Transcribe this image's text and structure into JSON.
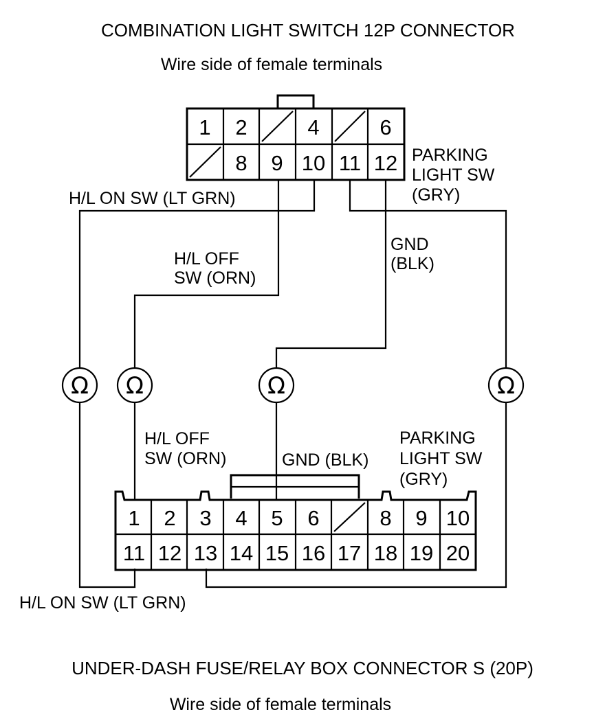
{
  "header": {
    "title": "COMBINATION LIGHT SWITCH 12P CONNECTOR",
    "subtitle": "Wire side of female terminals"
  },
  "connector_12p": {
    "row1": [
      "1",
      "2",
      "",
      "4",
      "",
      "6"
    ],
    "row2": [
      "",
      "8",
      "9",
      "10",
      "11",
      "12"
    ]
  },
  "top_labels": {
    "hl_on": "H/L ON SW (LT GRN)",
    "hl_off_line1": "H/L OFF",
    "hl_off_line2": "SW (ORN)",
    "gnd_line1": "GND",
    "gnd_line2": "(BLK)",
    "parking_line1": "PARKING",
    "parking_line2": "LIGHT SW",
    "parking_line3": "(GRY)"
  },
  "meters": {
    "symbol": "Ω",
    "icon": "ohmmeter-icon"
  },
  "bottom_labels": {
    "hl_off_line1": "H/L OFF",
    "hl_off_line2": "SW (ORN)",
    "gnd": "GND (BLK)",
    "parking_line1": "PARKING",
    "parking_line2": "LIGHT SW",
    "parking_line3": "(GRY)",
    "hl_on": "H/L ON SW (LT GRN)"
  },
  "connector_20p": {
    "row1": [
      "1",
      "2",
      "3",
      "4",
      "5",
      "6",
      "",
      "8",
      "9",
      "10"
    ],
    "row2": [
      "11",
      "12",
      "13",
      "14",
      "15",
      "16",
      "17",
      "18",
      "19",
      "20"
    ]
  },
  "footer": {
    "title": "UNDER-DASH FUSE/RELAY BOX CONNECTOR S (20P)",
    "subtitle": "Wire side of female terminals"
  }
}
